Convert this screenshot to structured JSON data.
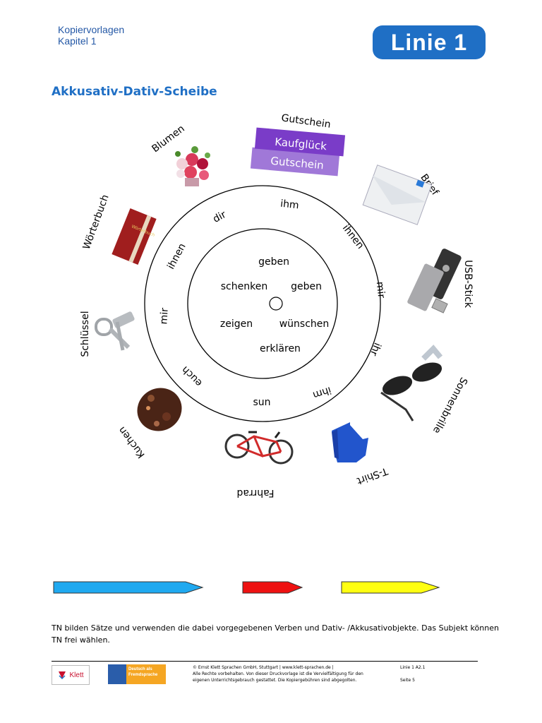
{
  "header": {
    "line1": "Kopiervorlagen",
    "line2": "Kapitel 1",
    "logo": "Linie 1"
  },
  "title": "Akkusativ-Dativ-Scheibe",
  "wheel": {
    "verbs": [
      "geben",
      "schenken",
      "geben",
      "zeigen",
      "wünschen",
      "erklären"
    ],
    "pronouns": [
      "ihm",
      "ihnen",
      "mir",
      "ihr",
      "ihm",
      "sun",
      "euch",
      "mir",
      "ihnen",
      "dir"
    ],
    "objects": [
      "Gutschein",
      "Brief",
      "USB-Stick",
      "Sonnenbrille",
      "T-Shirt",
      "Fahrrad",
      "Kuchen",
      "Schlüssel",
      "Wörterbuch",
      "Blumen"
    ],
    "voucher": {
      "line1": "Kaufglück",
      "line2": "Gutschein"
    },
    "dictionary_spine": "Wörterbuch"
  },
  "arrows": [
    {
      "color": "#1fa9f0"
    },
    {
      "color": "#ee1111"
    },
    {
      "color": "#ffff11"
    }
  ],
  "instruction": "TN bilden Sätze und verwenden die dabei vorgegebenen Verben und Dativ- /Akkusativobjekte. Das Subjekt können TN frei wählen.",
  "footer": {
    "klett": "Klett",
    "daf": "Deutsch als Fremdsprache",
    "copyright_1": "© Ernst Klett Sprachen GmbH, Stuttgart | www.klett-sprachen.de |",
    "copyright_2": "Alle Rechte vorbehalten. Von dieser Druckvorlage ist die Vervielfältigung für den",
    "copyright_3": "eigenen Unterrichtsgebrauch gestattet. Die Kopiergebühren sind abgegolten.",
    "book": "Linie 1 A2.1",
    "page": "Seite 5"
  }
}
